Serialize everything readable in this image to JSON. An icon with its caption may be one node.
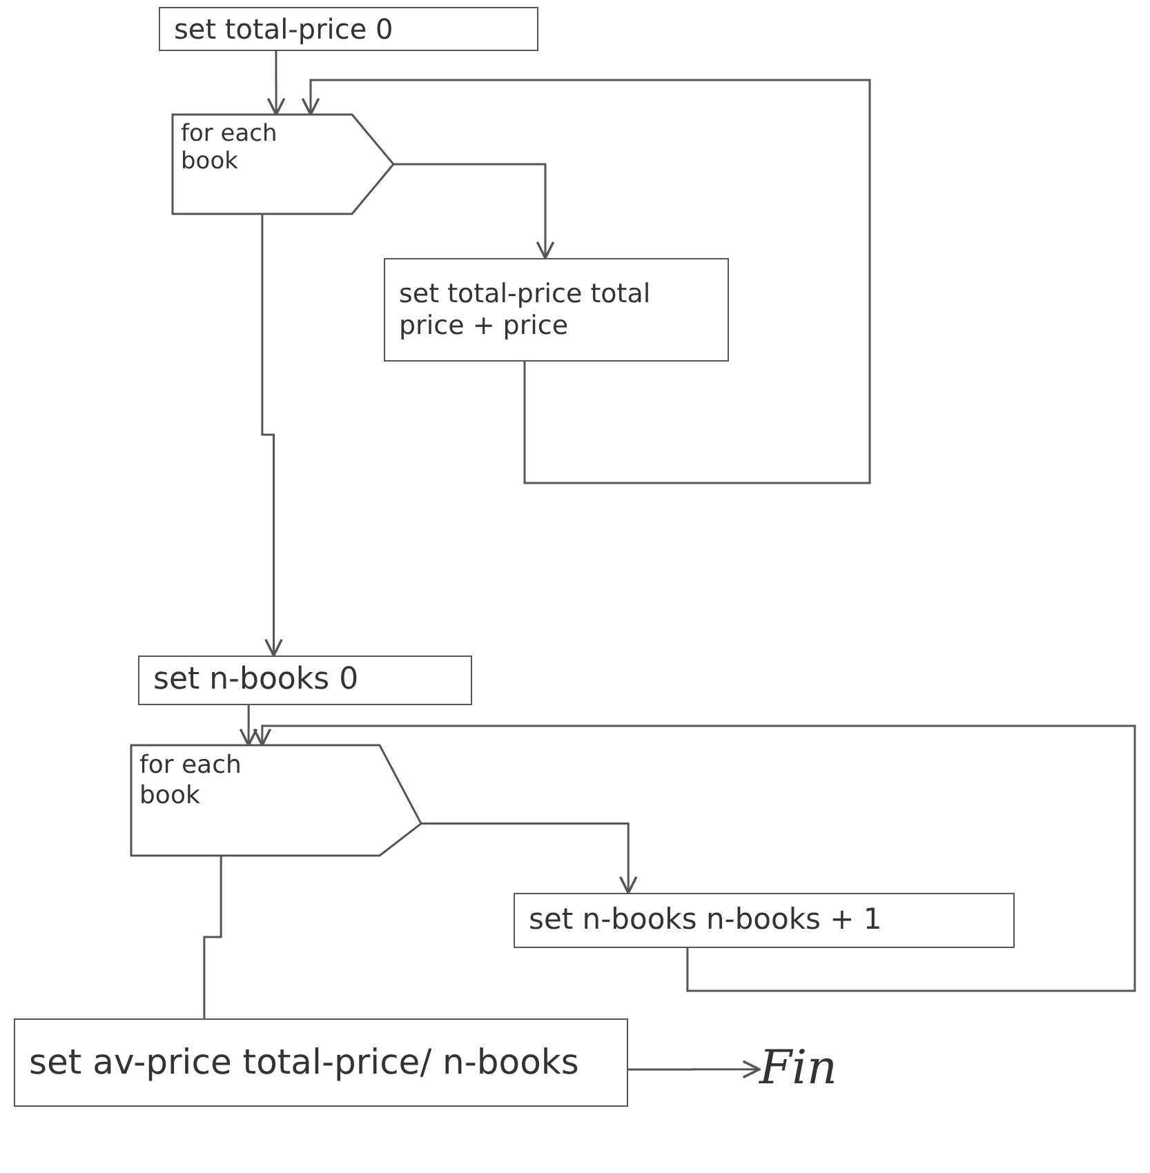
{
  "diagram": {
    "nodes": [
      {
        "text": [
          "set total-price 0"
        ]
      },
      {
        "text": [
          "for each book"
        ]
      },
      {
        "text": [
          "set total-price total price + price"
        ]
      },
      {
        "text": [
          "set n-books 0"
        ]
      },
      {
        "text": [
          "for each book"
        ]
      },
      {
        "text": [
          "set n-books n-books + 1"
        ]
      },
      {
        "text": [
          "set av-price total-price/ n-books"
        ]
      },
      {
        "text": [
          "Fin"
        ]
      }
    ],
    "edges": [
      {
        "from": 0,
        "to": 1,
        "arrow": "to"
      },
      {
        "from": 1,
        "to": 2,
        "arrow": "to"
      },
      {
        "from": 2,
        "to": 1,
        "arrow": "to"
      },
      {
        "from": 1,
        "to": 3,
        "arrow": "to"
      },
      {
        "from": 3,
        "to": 4,
        "arrow": "to"
      },
      {
        "from": 4,
        "to": 5,
        "arrow": "to"
      },
      {
        "from": 5,
        "to": 4,
        "arrow": "to"
      },
      {
        "from": 4,
        "to": 6,
        "arrow": "none"
      },
      {
        "from": 6,
        "to": 7,
        "arrow": "to"
      }
    ]
  }
}
